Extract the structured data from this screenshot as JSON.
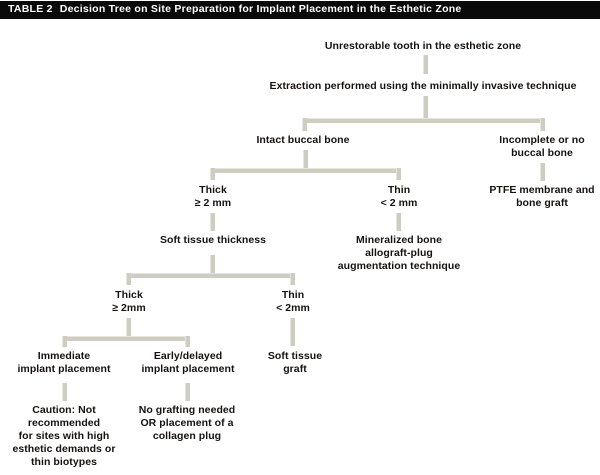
{
  "title": {
    "label": "TABLE 2",
    "text": "Decision Tree on Site Preparation for Implant Placement in the Esthetic Zone"
  },
  "chart_data": {
    "type": "diagram",
    "subtype": "decision-tree",
    "title": "Decision Tree on Site Preparation for Implant Placement in the Esthetic Zone",
    "nodes": [
      {
        "id": "n1",
        "text": "Unrestorable tooth in the esthetic zone"
      },
      {
        "id": "n2",
        "text": "Extraction performed using the minimally invasive technique"
      },
      {
        "id": "n3",
        "text": "Intact buccal bone"
      },
      {
        "id": "n4",
        "text": "Incomplete or no\nbuccal bone"
      },
      {
        "id": "n5",
        "text": "PTFE membrane and\nbone graft"
      },
      {
        "id": "n6",
        "text": "Thick\n≥ 2 mm"
      },
      {
        "id": "n7",
        "text": "Thin\n< 2 mm"
      },
      {
        "id": "n8",
        "text": "Mineralized bone\nallograft-plug\naugmentation technique"
      },
      {
        "id": "n9",
        "text": "Soft tissue thickness"
      },
      {
        "id": "n10",
        "text": "Thick\n≥ 2mm"
      },
      {
        "id": "n11",
        "text": "Thin\n< 2mm"
      },
      {
        "id": "n12",
        "text": "Immediate\nimplant placement"
      },
      {
        "id": "n13",
        "text": "Early/delayed\nimplant placement"
      },
      {
        "id": "n14",
        "text": "Soft tissue\ngraft"
      },
      {
        "id": "n15",
        "text": "Caution: Not\nrecommended\nfor sites with high\nesthetic demands or\nthin biotypes"
      },
      {
        "id": "n16",
        "text": "No grafting needed\nOR placement of a\ncollagen plug"
      }
    ],
    "edges": [
      {
        "from": "n1",
        "to": "n2"
      },
      {
        "from": "n2",
        "to": "n3"
      },
      {
        "from": "n2",
        "to": "n4"
      },
      {
        "from": "n4",
        "to": "n5"
      },
      {
        "from": "n3",
        "to": "n6"
      },
      {
        "from": "n3",
        "to": "n7"
      },
      {
        "from": "n7",
        "to": "n8"
      },
      {
        "from": "n6",
        "to": "n9"
      },
      {
        "from": "n9",
        "to": "n10"
      },
      {
        "from": "n9",
        "to": "n11"
      },
      {
        "from": "n10",
        "to": "n12"
      },
      {
        "from": "n10",
        "to": "n13"
      },
      {
        "from": "n11",
        "to": "n14"
      },
      {
        "from": "n12",
        "to": "n15"
      },
      {
        "from": "n13",
        "to": "n16"
      }
    ],
    "colors": {
      "title_bar_background": "#0a0a0a",
      "title_text": "#ffffff",
      "node_text": "#15120f",
      "connector": "#cdcdc2",
      "connector_highlight": "#e6e6df",
      "background": "#ffffff"
    }
  }
}
